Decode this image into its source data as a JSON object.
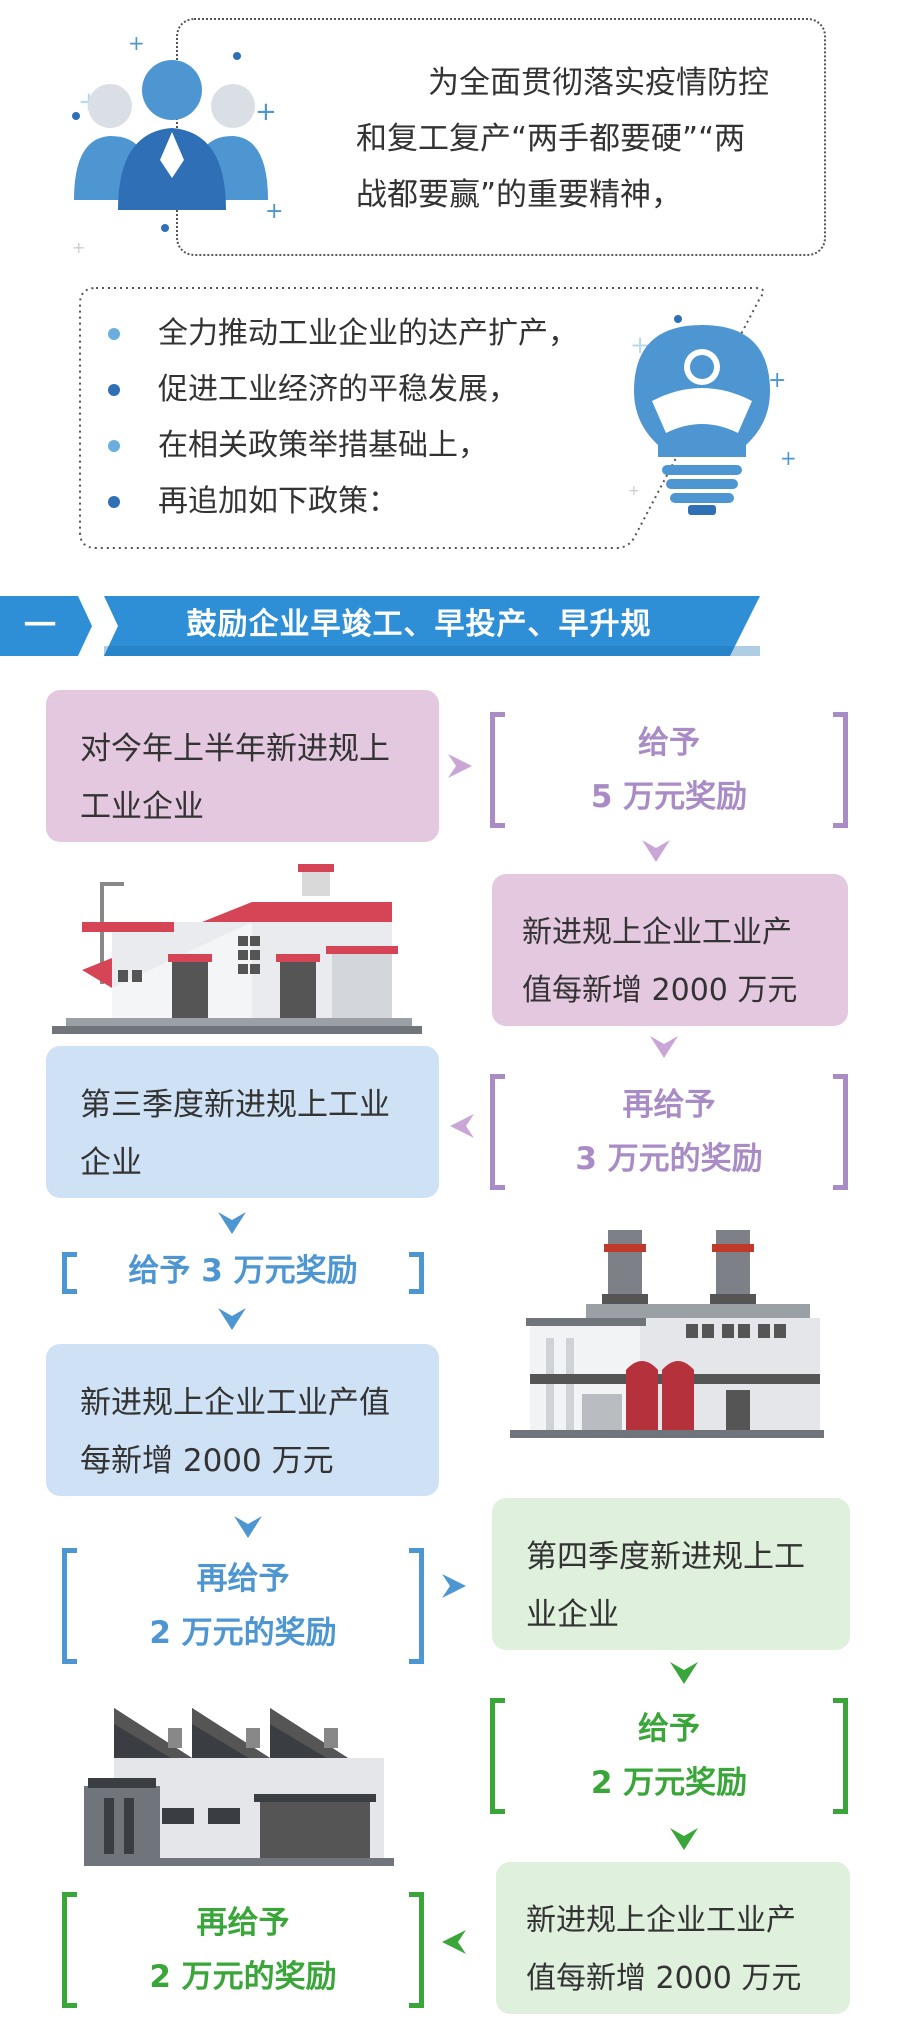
{
  "intro": {
    "line1": "为全面贯彻落实疫情防控",
    "line2": "和复工复产“两手都要硬”“两",
    "line3": "战都要赢”的重要精神，"
  },
  "bullets": [
    "全力推动工业企业的达产扩产，",
    "促进工业经济的平稳发展，",
    "在相关政策举措基础上，",
    "再追加如下政策："
  ],
  "section": {
    "number": "一",
    "title": "鼓励企业早竣工、早投产、早升规"
  },
  "cards": {
    "c1_l1": "对今年上半年新进规上",
    "c1_l2": "工业企业",
    "c2_l1": "新进规上企业工业产",
    "c2_l2": "值每新增 2000 万元",
    "c3_l1": "第三季度新进规上工业",
    "c3_l2": "企业",
    "c4_l1": "新进规上企业工业产值",
    "c4_l2": "每新增 2000 万元",
    "c5_l1": "第四季度新进规上工",
    "c5_l2": "业企业",
    "c6_l1": "新进规上企业工业产",
    "c6_l2": "值每新增 2000 万元"
  },
  "awards": {
    "a1_l1": "给予",
    "a1_l2": "5 万元奖励",
    "a2_l1": "再给予",
    "a2_l2": "3 万元的奖励",
    "a3": "给予 3 万元奖励",
    "a4_l1": "再给予",
    "a4_l2": "2 万元的奖励",
    "a5_l1": "给予",
    "a5_l2": "2 万元奖励",
    "a6_l1": "再给予",
    "a6_l2": "2 万元的奖励"
  },
  "colors": {
    "purple": "#a98cc6",
    "blue": "#4d96d2",
    "green": "#3aa63a",
    "banner_blue": "#2e8fd6"
  },
  "icons": [
    "people-icon",
    "lightbulb-icon",
    "factory-icon",
    "chimney-factory-icon",
    "sawtooth-factory-icon",
    "arrow-icon"
  ]
}
